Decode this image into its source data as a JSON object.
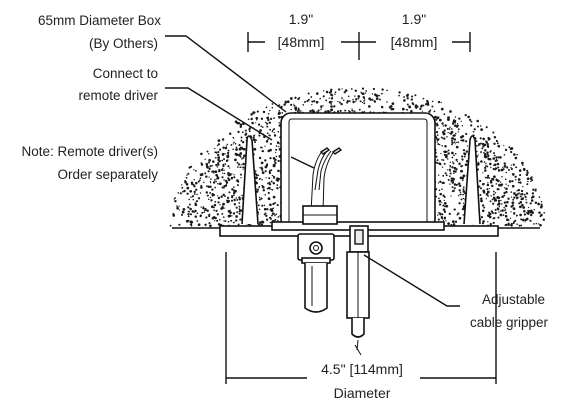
{
  "labels": {
    "box_line1": "65mm Diameter Box",
    "box_line2": "(By Others)",
    "connect_line1": "Connect to",
    "connect_line2": "remote driver",
    "note_line1": "Note: Remote driver(s)",
    "note_line2": "Order separately",
    "gripper_line1": "Adjustable",
    "gripper_line2": "cable gripper"
  },
  "dimensions": {
    "left_top": "1.9\"",
    "left_bottom": "[48mm]",
    "right_top": "1.9\"",
    "right_bottom": "[48mm]",
    "diameter_value": "4.5\" [114mm]",
    "diameter_caption": "Diameter"
  }
}
